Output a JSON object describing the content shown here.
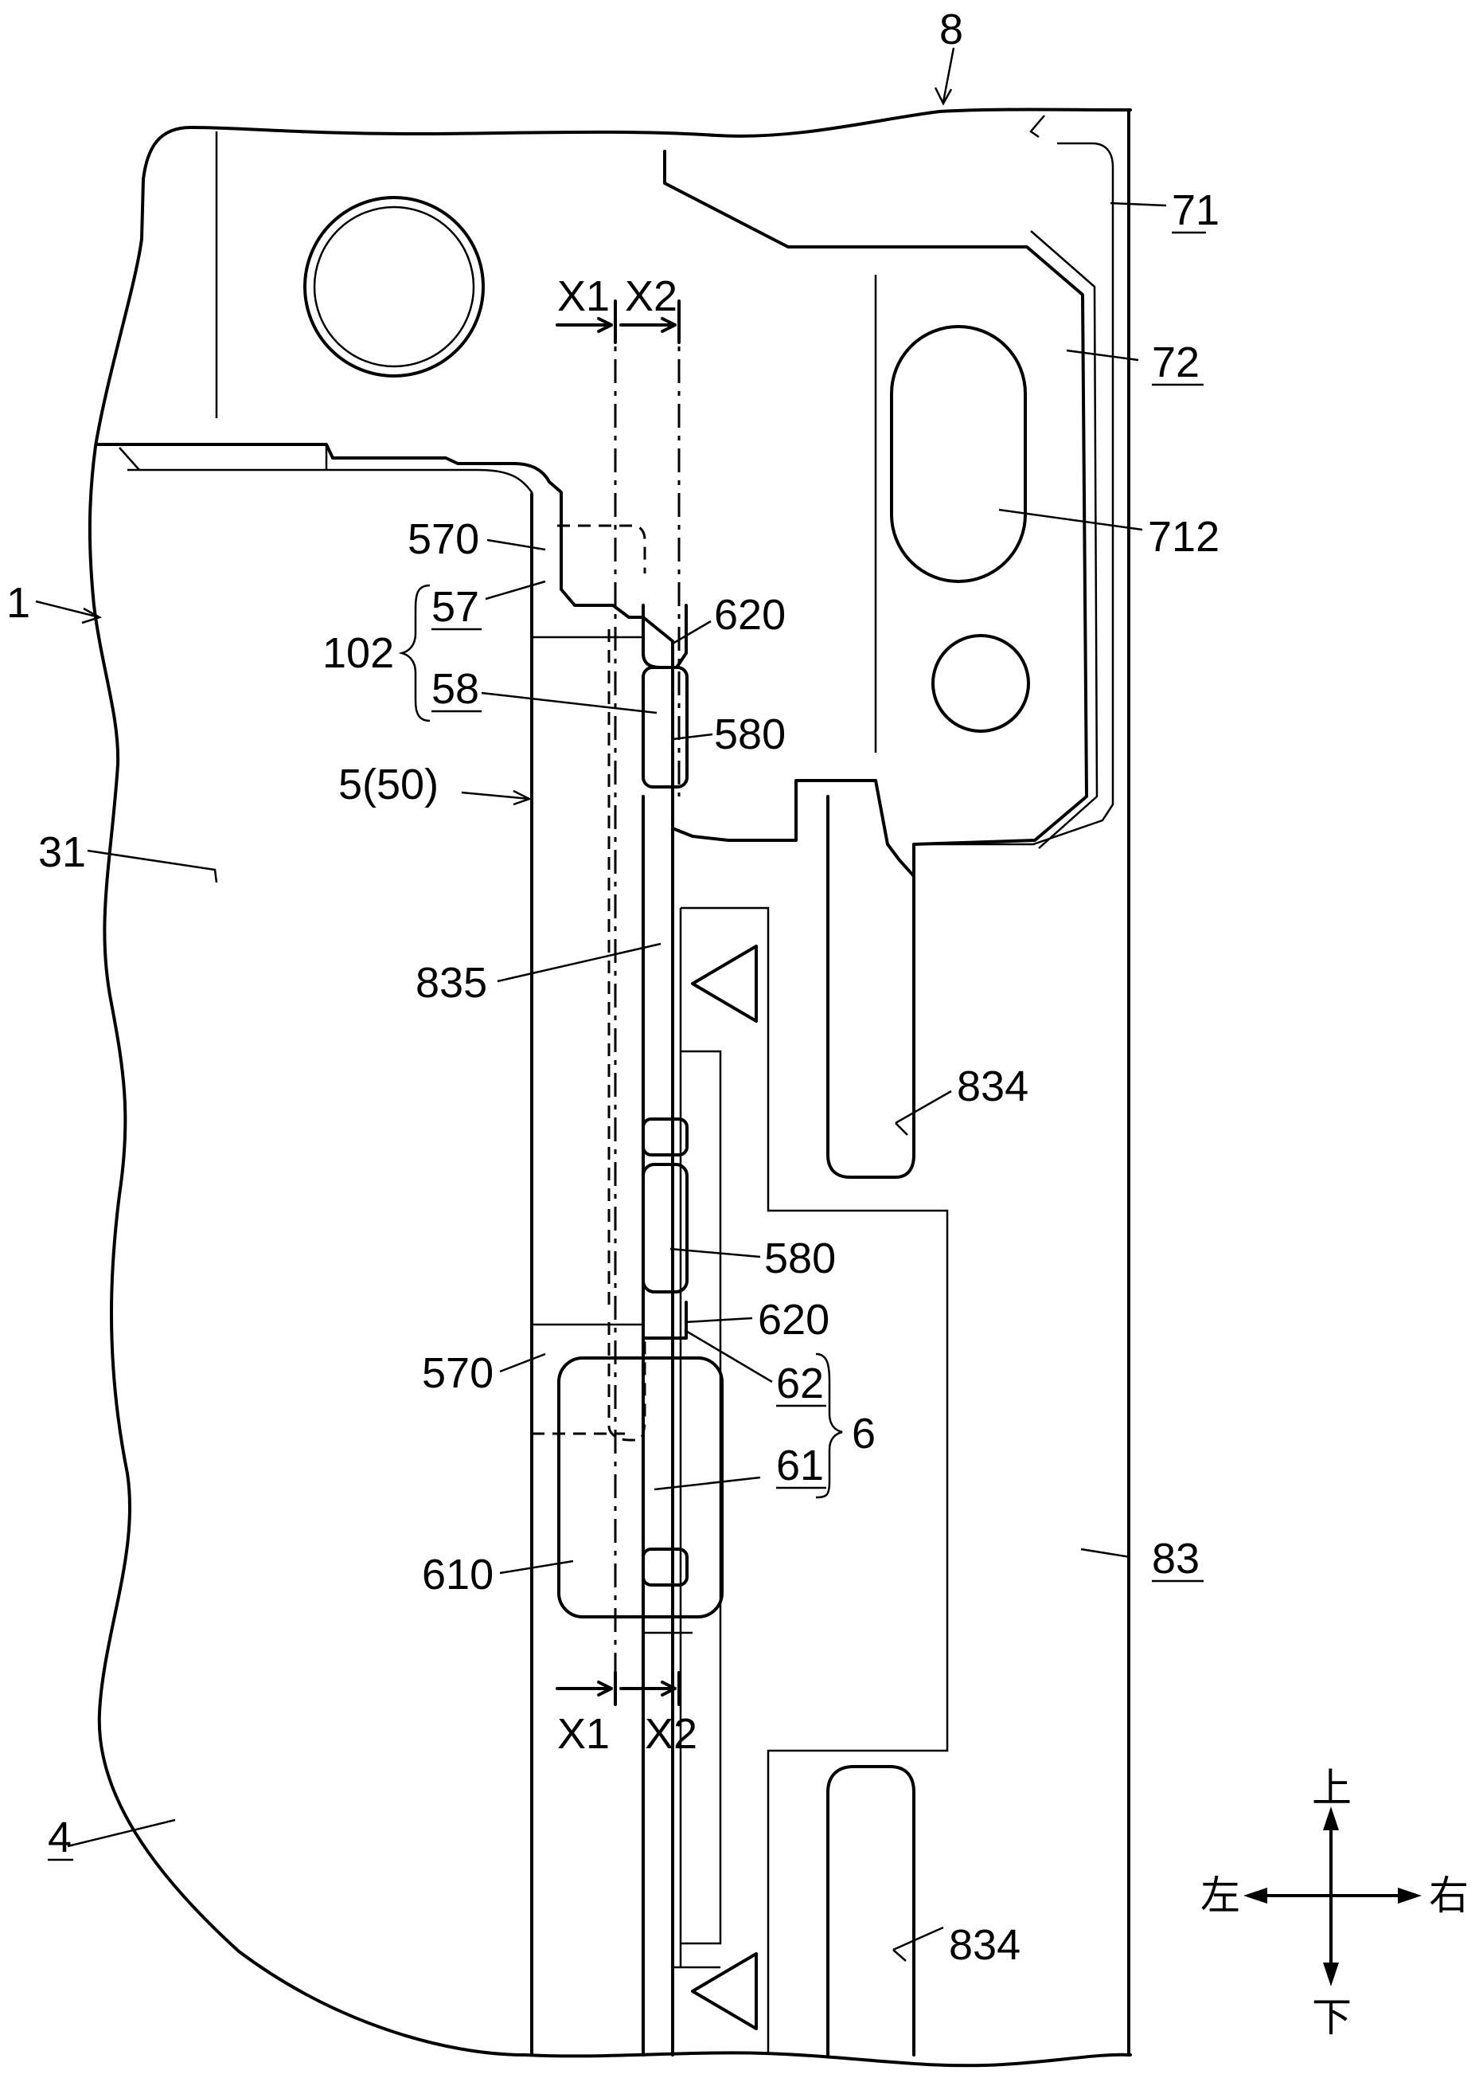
{
  "labels": {
    "l8": "8",
    "l71": "71",
    "l72": "72",
    "l712": "712",
    "l1": "1",
    "l570_top": "570",
    "l57": "57",
    "l102": "102",
    "l58": "58",
    "l620_top": "620",
    "l580_top": "580",
    "l5_50": "5(50)",
    "l31": "31",
    "l835": "835",
    "l834_top": "834",
    "l580_mid": "580",
    "l620_mid": "620",
    "l570_bot": "570",
    "l62": "62",
    "l6": "6",
    "l61": "61",
    "l610": "610",
    "l83": "83",
    "l4": "4",
    "l834_bot": "834",
    "x1_top": "X1",
    "x2_top": "X2",
    "x1_bot": "X1",
    "x2_bot": "X2"
  },
  "compass": {
    "up": "上",
    "down": "下",
    "left": "左",
    "right": "右"
  }
}
